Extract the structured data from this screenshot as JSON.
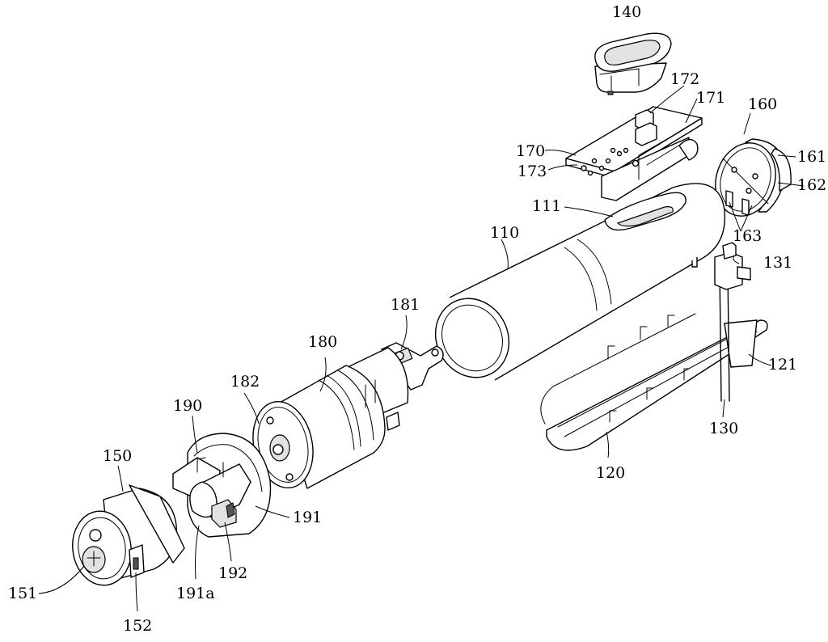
{
  "figure": {
    "labels": {
      "l140": "140",
      "l172": "172",
      "l171": "171",
      "l160": "160",
      "l170": "170",
      "l173": "173",
      "l161": "161",
      "l162": "162",
      "l111": "111",
      "l163": "163",
      "l110": "110",
      "l131": "131",
      "l181": "181",
      "l180": "180",
      "l121": "121",
      "l182": "182",
      "l190": "190",
      "l130": "130",
      "l150": "150",
      "l120": "120",
      "l191": "191",
      "l151": "151",
      "l191a": "191a",
      "l192": "192",
      "l152": "152"
    }
  }
}
